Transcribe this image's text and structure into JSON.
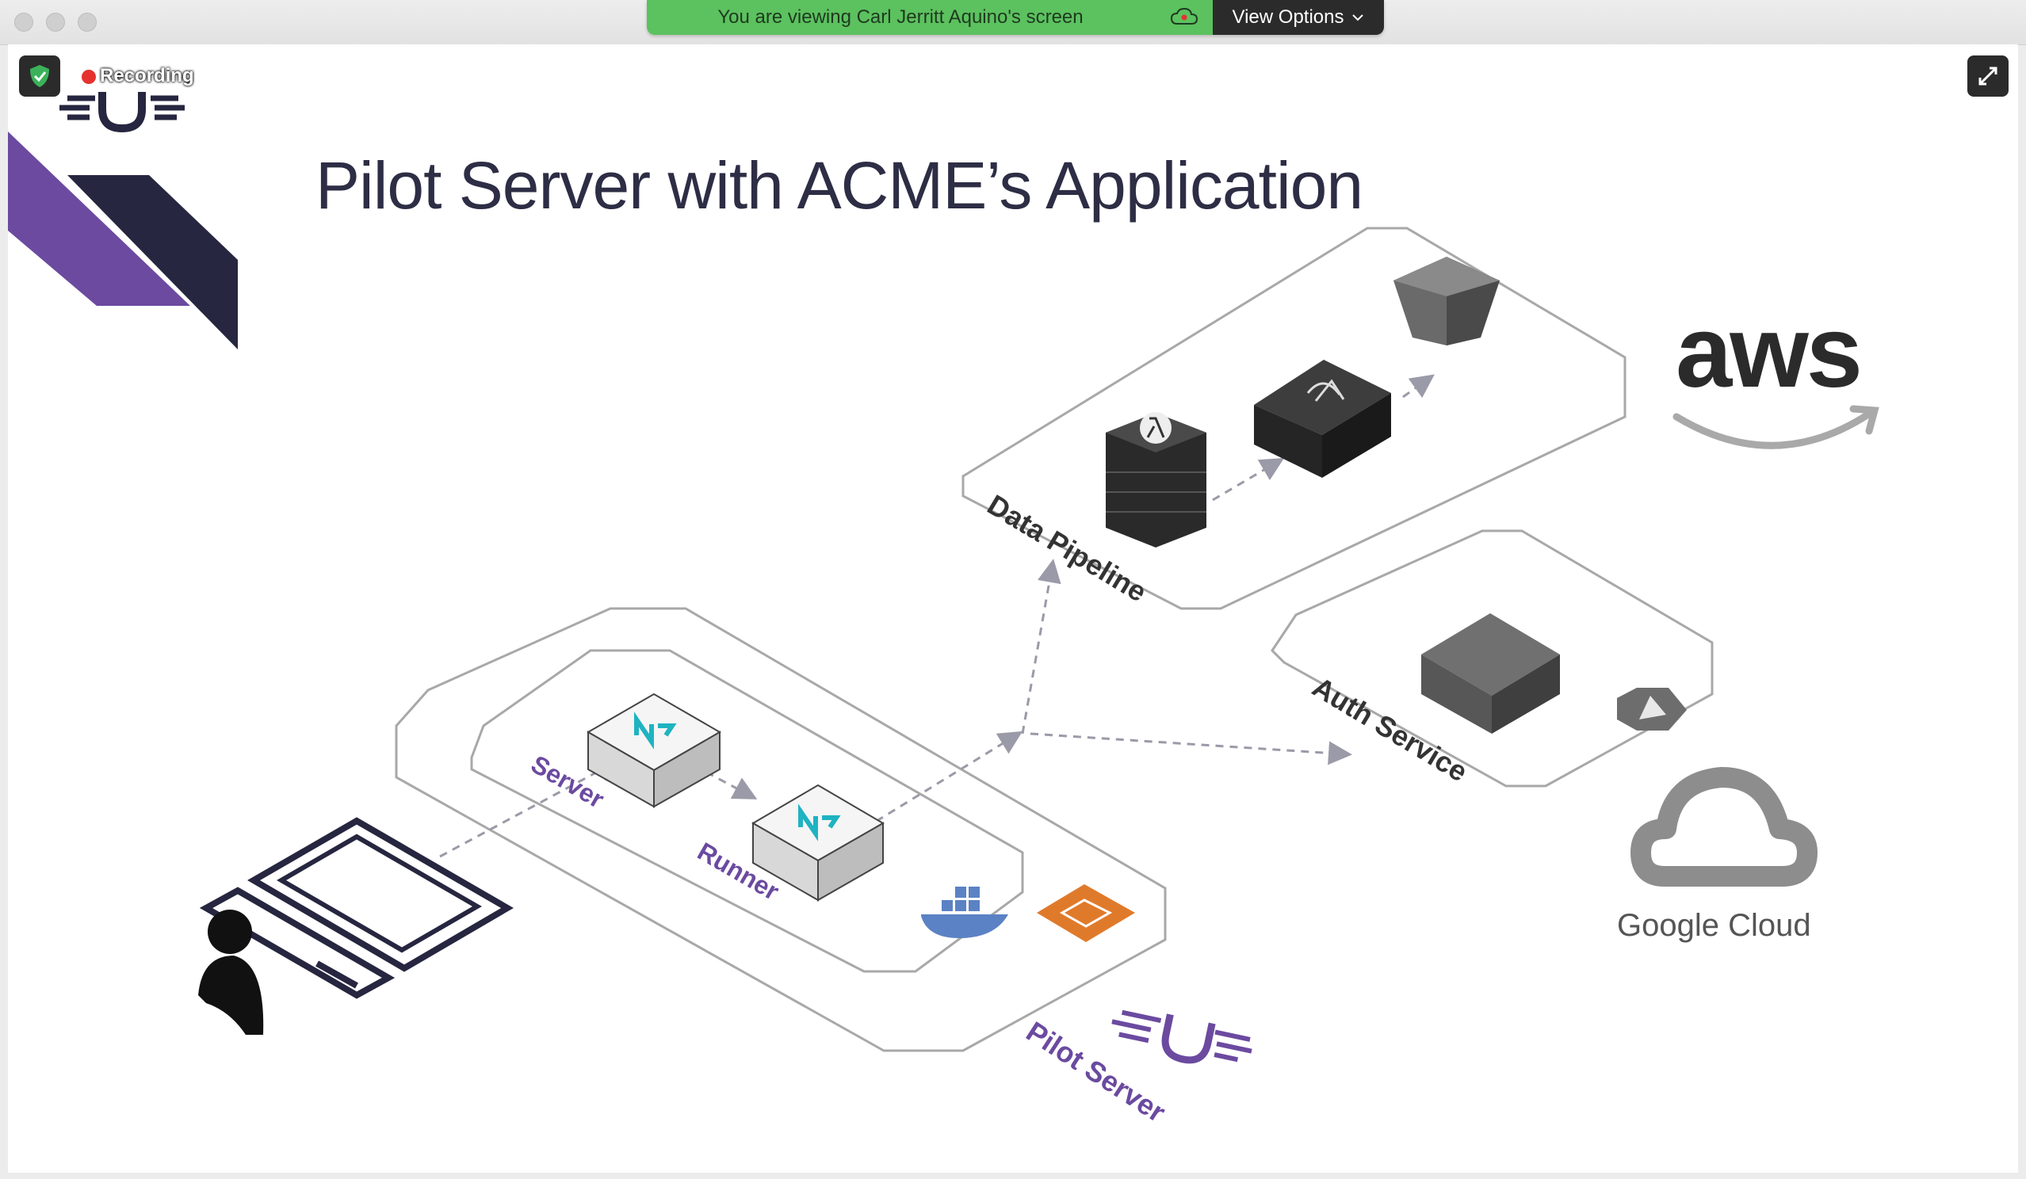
{
  "window": {
    "traffic_lights": [
      "close",
      "minimize",
      "zoom"
    ]
  },
  "share_banner": {
    "viewing_text": "You are viewing Carl Jerritt Aquino's screen",
    "view_options_label": "View Options",
    "banner_color": "#5cc15f",
    "options_color": "#2b2b2b"
  },
  "meeting_controls": {
    "recording_label": "Recording",
    "recording_color": "#e5322f",
    "security_icon": "shield-check-icon",
    "fullscreen_icon": "expand-icon"
  },
  "slide": {
    "title": "Pilot Server with ACME’s Application",
    "accent_purple": "#6b4aa0",
    "accent_navy": "#262640",
    "providers": {
      "aws": "aws",
      "google": "Google Cloud"
    },
    "zones": {
      "data_pipeline": "Data Pipeline",
      "auth_service": "Auth Service",
      "server": "Server",
      "runner": "Runner",
      "pilot_server": "Pilot Server"
    }
  }
}
